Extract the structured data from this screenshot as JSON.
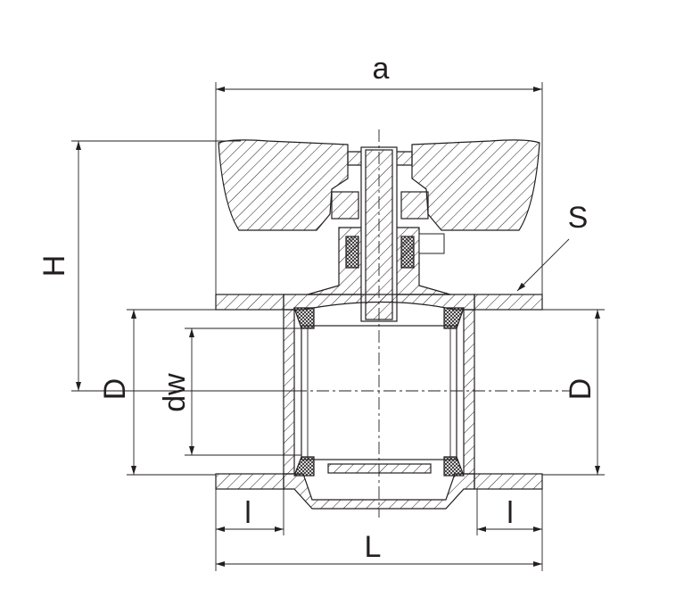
{
  "title": "Ball valve dimension drawing",
  "labels": {
    "a": "a",
    "H": "H",
    "S": "S",
    "D_left": "D",
    "dw": "dw",
    "D_right": "D",
    "l_left": "l",
    "l_right": "l",
    "L": "L"
  },
  "colors": {
    "line": "#231f20",
    "background": "#ffffff"
  }
}
